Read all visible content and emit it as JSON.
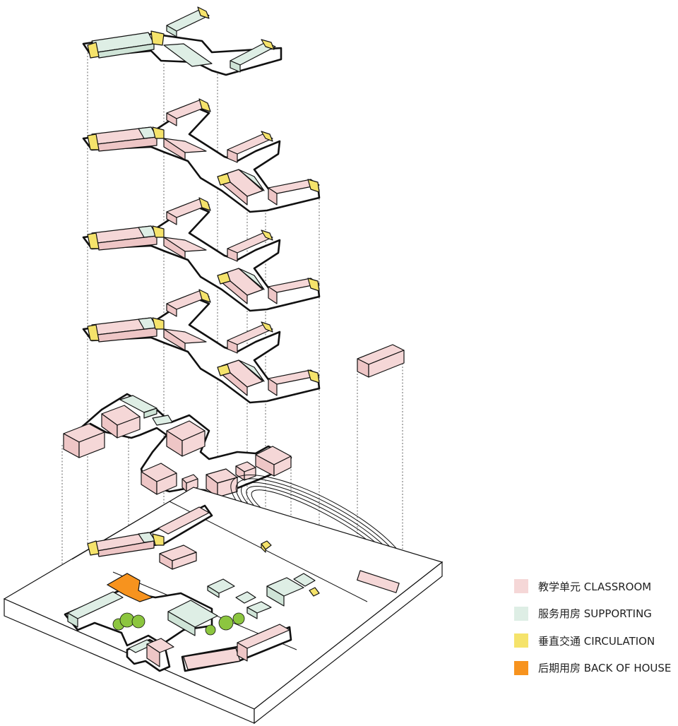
{
  "legend": {
    "items": [
      {
        "label": "教学单元 CLASSROOM",
        "color": "#f5d7d7",
        "icon": "classroom-swatch"
      },
      {
        "label": "服务用房 SUPPORTING",
        "color": "#deeee5",
        "icon": "supporting-swatch"
      },
      {
        "label": "垂直交通 CIRCULATION",
        "color": "#f5e36b",
        "icon": "circulation-swatch"
      },
      {
        "label": "后期用房 BACK OF HOUSE",
        "color": "#f7931e",
        "icon": "back-of-house-swatch"
      }
    ]
  }
}
